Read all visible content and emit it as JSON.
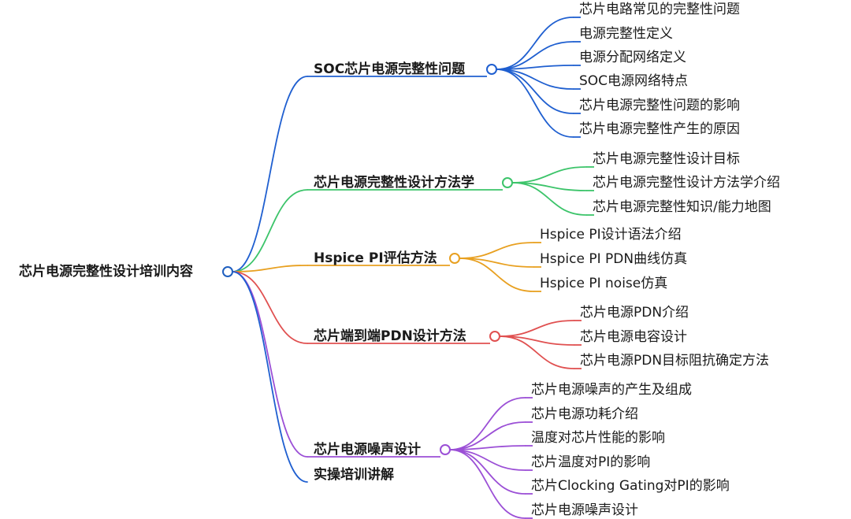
{
  "root": {
    "label": "芯片电源完整性设计培训内容",
    "color": "#1f5fbf"
  },
  "branches": [
    {
      "label": "SOC芯片电源完整性问题",
      "color": "#1f5fd0",
      "children": [
        "芯片电路常见的完整性问题",
        "电源完整性定义",
        "电源分配网络定义",
        "SOC电源网络特点",
        "芯片电源完整性问题的影响",
        "芯片电源完整性产生的原因"
      ]
    },
    {
      "label": "芯片电源完整性设计方法学",
      "color": "#3cc46a",
      "children": [
        "芯片电源完整性设计目标",
        "芯片电源完整性设计方法学介绍",
        "芯片电源完整性知识/能力地图"
      ]
    },
    {
      "label": "Hspice PI评估方法",
      "color": "#e8a020",
      "children": [
        "Hspice PI设计语法介绍",
        "Hspice PI PDN曲线仿真",
        "Hspice PI noise仿真"
      ]
    },
    {
      "label": "芯片端到端PDN设计方法",
      "color": "#e05050",
      "children": [
        "芯片电源PDN介绍",
        "芯片电源电容设计",
        "芯片电源PDN目标阻抗确定方法"
      ]
    },
    {
      "label": "芯片电源噪声设计",
      "color": "#9b4fd6",
      "children": [
        "芯片电源噪声的产生及组成",
        "芯片电源功耗介绍",
        "温度对芯片性能的影响",
        "芯片温度对PI的影响",
        "芯片Clocking Gating对PI的影响",
        "芯片电源噪声设计"
      ]
    },
    {
      "label": "实操培训讲解",
      "color": "#1f5fd0",
      "children": []
    }
  ]
}
